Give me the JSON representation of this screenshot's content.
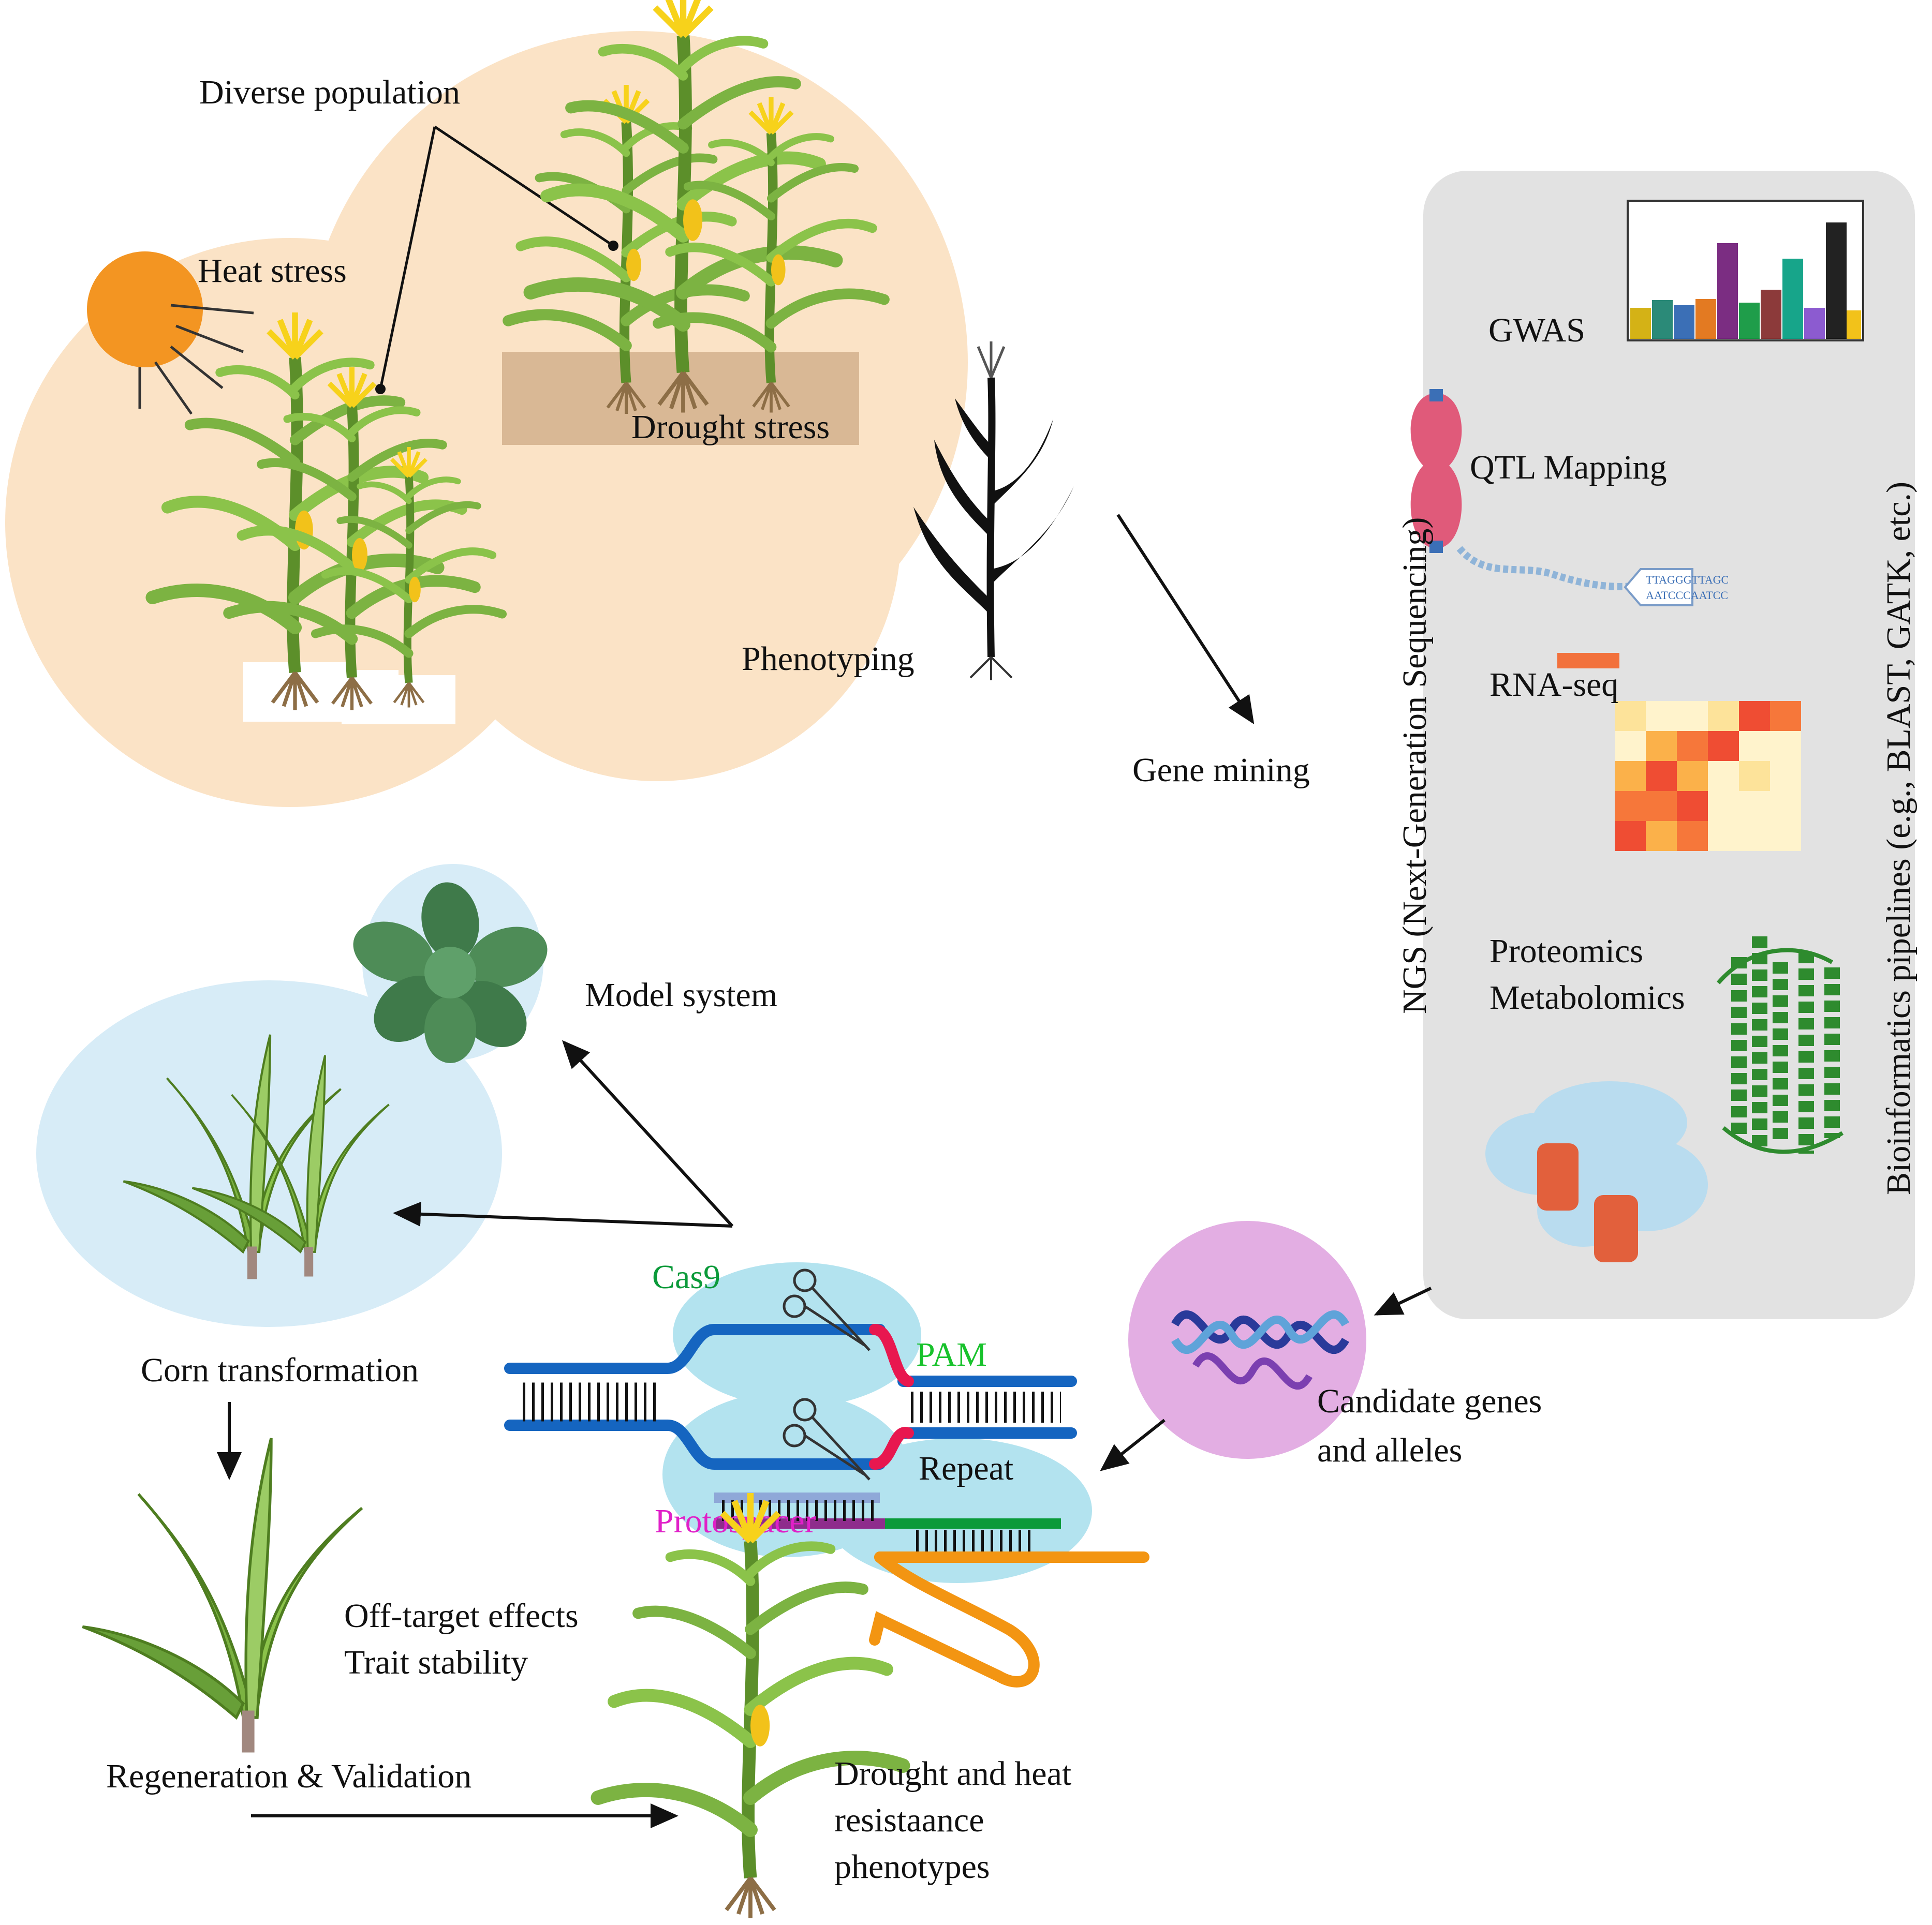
{
  "labels": {
    "diverse_population": "Diverse population",
    "heat_stress": "Heat stress",
    "drought_stress": "Drought stress",
    "phenotyping": "Phenotyping",
    "gene_mining": "Gene mining",
    "gwas": "GWAS",
    "qtl_mapping": "QTL Mapping",
    "rna_seq": "RNA-seq",
    "proteomics": "Proteomics",
    "metabolomics": "Metabolomics",
    "ngs": "NGS (Next-Generation Sequencing)",
    "bioinformatics": "Bioinformatics pipelines (e.g., BLAST, GATK, etc.)",
    "candidate_line1": "Candidate genes",
    "candidate_line2": "and alleles",
    "model_system": "Model system",
    "corn_transformation": "Corn transformation",
    "off_target": "Off-target effects",
    "trait_stability": "Trait stability",
    "regeneration": "Regeneration & Validation",
    "result_line1": "Drought and heat",
    "result_line2": "resistaance",
    "result_line3": "phenotypes",
    "cas9": "Cas9",
    "pam": "PAM",
    "repeat": "Repeat",
    "protospacer": "Protospacer",
    "dna_seq_top": "TTAGGGTTAGC",
    "dna_seq_bottom": "AATCCCAATCC"
  },
  "colors": {
    "stress_bg": "#fbe3c6",
    "soil": "#d9b895",
    "sun": "#f39522",
    "omics_panel": "#e2e2e2",
    "candidate_circle": "#e3aee3",
    "model_bg": "#d7ecf7",
    "cas9_body": "#b3e3ef",
    "dna_blue": "#1565c0",
    "pam_red": "#e8174f",
    "guide_green": "#0b9a3a",
    "guide_purple": "#8e2c8c",
    "tracr_orange": "#f39512",
    "cas9_label": "#0b9a3a",
    "pam_label": "#18c22c",
    "protospacer_label": "#e020c8",
    "leaf_green": "#7cb342",
    "chromosome": "#e05a7a",
    "protein_green": "#2e8b2e",
    "protein_blue": "#b9dcef",
    "protein_red": "#e2603c"
  },
  "icons": [
    "sun-icon",
    "maize-plant-icon",
    "maize-silhouette-icon",
    "chromosome-icon",
    "heatmap-icon",
    "manhattan-plot-icon",
    "protein-structure-icon",
    "dna-helix-icon",
    "scissors-icon",
    "rosette-plant-icon",
    "maize-seedling-icon",
    "arrow-icon"
  ]
}
